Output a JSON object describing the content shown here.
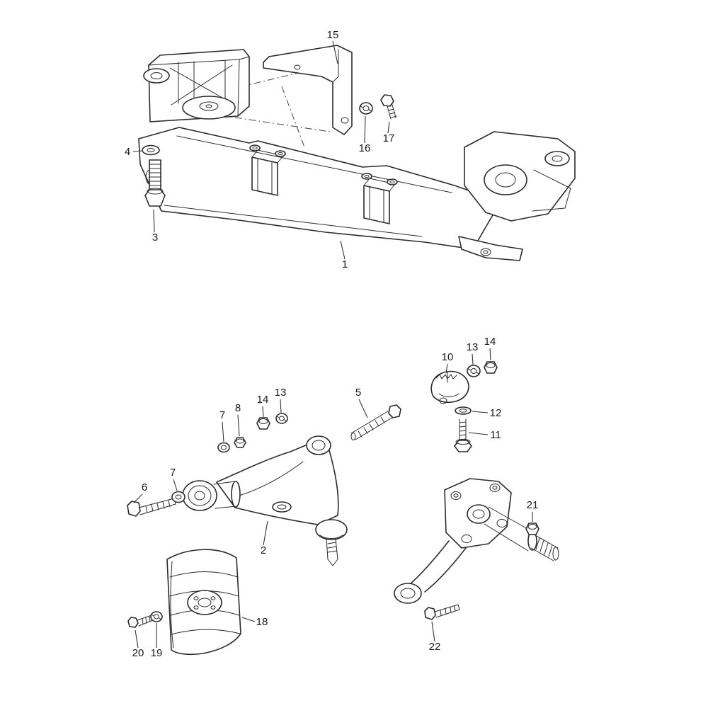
{
  "figure": {
    "type": "exploded-parts-diagram",
    "background": "#ffffff",
    "ink": "#2b2b2b",
    "label_color": "#1a1a1a"
  },
  "callouts": [
    {
      "text": "15",
      "part": "support-bracket"
    },
    {
      "text": "4",
      "part": "washer"
    },
    {
      "text": "3",
      "part": "hex-bolt"
    },
    {
      "text": "16",
      "part": "lock-washer"
    },
    {
      "text": "17",
      "part": "hex-bolt"
    },
    {
      "text": "1",
      "part": "front-crossmember"
    },
    {
      "text": "10",
      "part": "bushing-clamp"
    },
    {
      "text": "13",
      "part": "lock-washer"
    },
    {
      "text": "14",
      "part": "hex-nut"
    },
    {
      "text": "12",
      "part": "washer"
    },
    {
      "text": "11",
      "part": "hex-bolt"
    },
    {
      "text": "5",
      "part": "stud-bolt"
    },
    {
      "text": "14",
      "part": "hex-nut"
    },
    {
      "text": "13",
      "part": "lock-washer"
    },
    {
      "text": "8",
      "part": "hex-nut"
    },
    {
      "text": "7",
      "part": "washer"
    },
    {
      "text": "7",
      "part": "washer"
    },
    {
      "text": "6",
      "part": "hex-bolt"
    },
    {
      "text": "2",
      "part": "control-arm"
    },
    {
      "text": "18",
      "part": "protective-plate"
    },
    {
      "text": "19",
      "part": "lock-washer"
    },
    {
      "text": "20",
      "part": "hex-bolt"
    },
    {
      "text": "21",
      "part": "hex-nut"
    },
    {
      "text": "22",
      "part": "hex-bolt"
    }
  ]
}
